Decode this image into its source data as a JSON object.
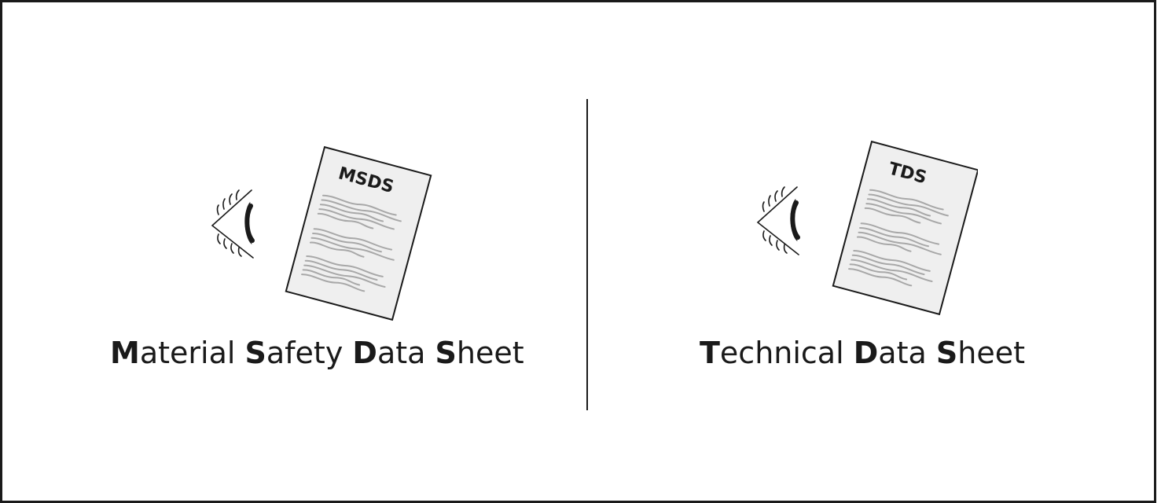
{
  "colors": {
    "border": "#1a1a1a",
    "paper_fill": "#efefef",
    "paper_stroke": "#1a1a1a",
    "text_lines": "#a8a8a8"
  },
  "left": {
    "doc_label": "MSDS",
    "icons": [
      "eye-icon",
      "document-icon"
    ],
    "caption_words": [
      {
        "initial": "M",
        "rest": "aterial"
      },
      {
        "initial": "S",
        "rest": "afety"
      },
      {
        "initial": "D",
        "rest": "ata"
      },
      {
        "initial": "S",
        "rest": "heet"
      }
    ]
  },
  "right": {
    "doc_label": "TDS",
    "icons": [
      "eye-icon",
      "document-icon"
    ],
    "caption_words": [
      {
        "initial": "T",
        "rest": "echnical"
      },
      {
        "initial": "D",
        "rest": "ata"
      },
      {
        "initial": "S",
        "rest": "heet"
      }
    ]
  }
}
